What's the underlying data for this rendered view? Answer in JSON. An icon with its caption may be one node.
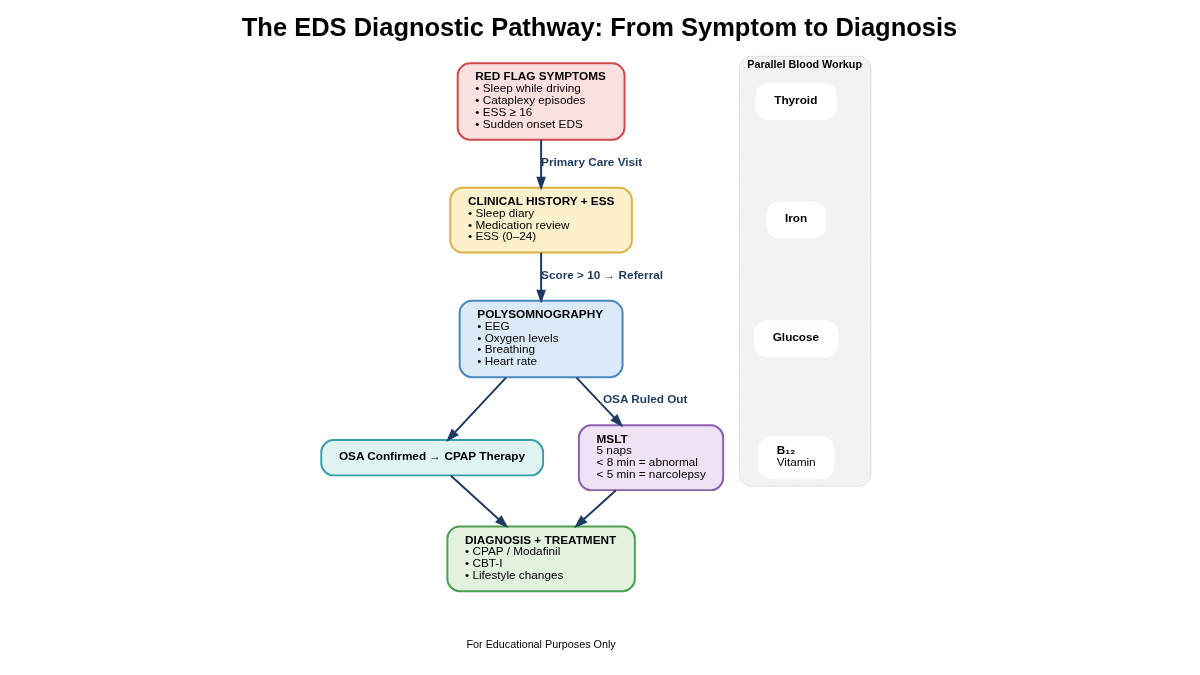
{
  "diagram": {
    "title": "The EDS Diagnostic Pathway: From Symptom to Diagnosis",
    "nodes": [
      {
        "text": [
          "RED FLAG SYMPTOMS",
          "• Sleep while driving",
          "• Cataplexy episodes",
          "• ESS ≥ 16",
          "• Sudden onset EDS"
        ]
      },
      {
        "text": [
          "CLINICAL HISTORY + ESS",
          "• Sleep diary",
          "• Medication review",
          "• ESS (0–24)"
        ]
      },
      {
        "text": [
          "POLYSOMNOGRAPHY",
          "• EEG",
          "• Oxygen levels",
          "• Breathing",
          "• Heart rate"
        ]
      },
      {
        "text": [
          "OSA Confirmed → CPAP Therapy"
        ]
      },
      {
        "text": [
          "MSLT",
          "5 naps",
          "< 8 min = abnormal",
          "< 5 min = narcolepsy"
        ]
      },
      {
        "text": [
          "DIAGNOSIS + TREATMENT",
          "• CPAP / Modafinil",
          "• CBT-I",
          "• Lifestyle changes"
        ]
      },
      {
        "text": [
          "Parallel Blood Workup"
        ]
      },
      {
        "text": [
          "Thyroid"
        ],
        "in": 6
      },
      {
        "text": [
          "Iron"
        ],
        "in": 6
      },
      {
        "text": [
          "Glucose"
        ],
        "in": 6
      },
      {
        "text": [
          "B₁₂",
          "Vitamin"
        ],
        "in": 6
      }
    ],
    "edges": [
      {
        "from": 0,
        "to": 1,
        "arrow": "to",
        "label": "Primary Care Visit"
      },
      {
        "from": 1,
        "to": 2,
        "arrow": "to",
        "label": "Score > 10 → Referral"
      },
      {
        "from": 2,
        "to": 3,
        "arrow": "to"
      },
      {
        "from": 2,
        "to": 4,
        "arrow": "to",
        "label": "OSA Ruled Out"
      },
      {
        "from": 3,
        "to": 5,
        "arrow": "to"
      },
      {
        "from": 4,
        "to": 5,
        "arrow": "to"
      }
    ],
    "labels": [
      "For Educational Purposes Only"
    ]
  }
}
